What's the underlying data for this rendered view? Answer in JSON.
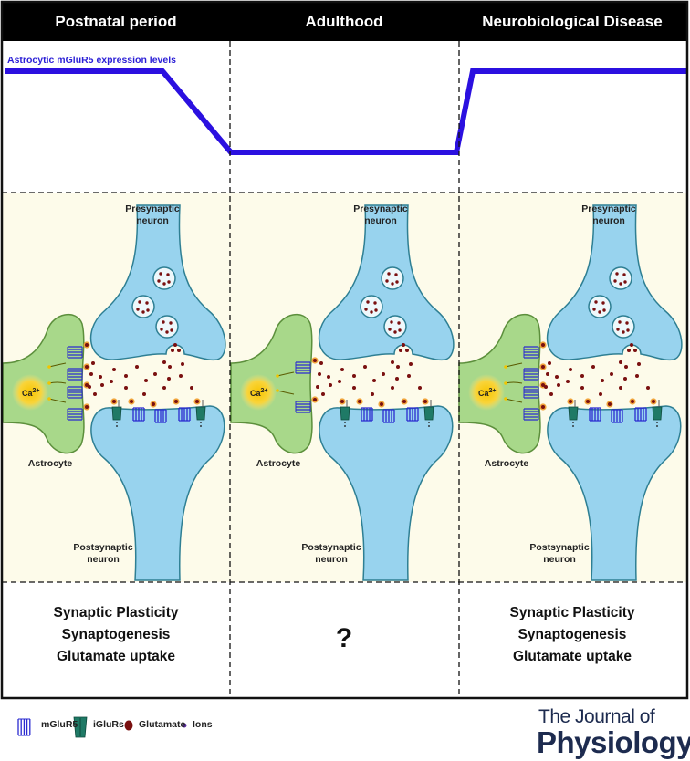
{
  "panels": [
    {
      "title": "Postnatal period",
      "outcomes": [
        "Synaptic Plasticity",
        "Synaptogenesis",
        "Glutamate uptake"
      ],
      "mglur5_level": "high",
      "astrocyte_mglur5_count": 4
    },
    {
      "title": "Adulthood",
      "outcomes": [],
      "unknown_label": "?",
      "mglur5_level": "low",
      "astrocyte_mglur5_count": 2
    },
    {
      "title": "Neurobiological Disease",
      "outcomes": [
        "Synaptic Plasticity",
        "Synaptogenesis",
        "Glutamate uptake"
      ],
      "mglur5_level": "high",
      "astrocyte_mglur5_count": 4
    }
  ],
  "expression_curve_label": "Astrocytic mGluR5 expression levels",
  "cell_labels": {
    "presynaptic": [
      "Presynaptic",
      "neuron"
    ],
    "postsynaptic": [
      "Postsynaptic",
      "neuron"
    ],
    "astrocyte": "Astrocyte",
    "calcium": "Ca",
    "calcium_charge": "2+"
  },
  "legend": [
    {
      "icon": "mglur5-icon",
      "label": "mGluR5"
    },
    {
      "icon": "iglur-icon",
      "label": "iGluRs"
    },
    {
      "icon": "glutamate-icon",
      "label": "Glutamate"
    },
    {
      "icon": "ion-icon",
      "label": "Ions"
    }
  ],
  "journal": {
    "line1": "The Journal of",
    "line2": "Physiology"
  },
  "colors": {
    "curve": "#2b10e0",
    "neuron": "#98d3ee",
    "astrocyte": "#a8d88a",
    "panel_bg": "#fdfbea",
    "glutamate": "#7a1010",
    "iglur": "#1f7a66",
    "mglur5": "#2a2ad0"
  }
}
